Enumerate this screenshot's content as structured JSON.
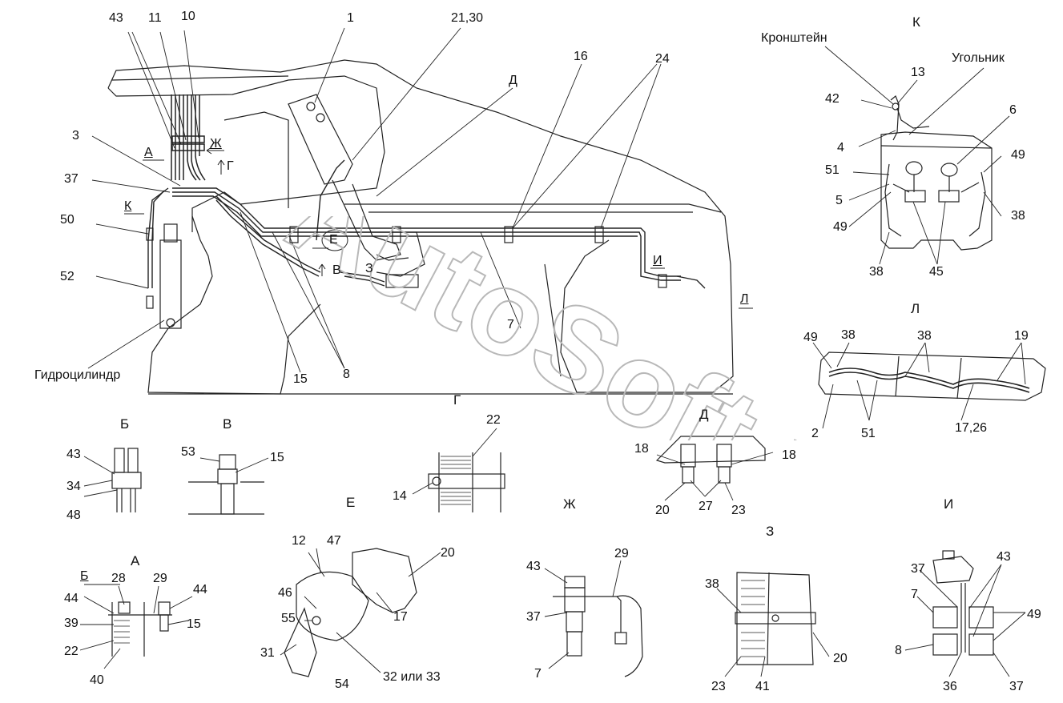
{
  "watermark": "AutoSoft.ru",
  "view_captions": {
    "K": "К",
    "L": "Л",
    "B": "Б",
    "V": "В",
    "G": "Г",
    "E": "Е",
    "Zh": "Ж",
    "D": "Д",
    "Z": "З",
    "I": "И",
    "A": "А"
  },
  "main_view": {
    "labels": {
      "n43": "43",
      "n11": "11",
      "n10": "10",
      "n1": "1",
      "n21_30": "21,30",
      "n3": "3",
      "n37": "37",
      "n50": "50",
      "n52": "52",
      "n15": "15",
      "n8": "8",
      "n7": "7",
      "n16": "16",
      "n24": "24",
      "cylinder": "Гидроцилиндр"
    },
    "section_marks": {
      "A": "А",
      "K": "К",
      "Zh": "Ж",
      "G": "Г",
      "D": "Д",
      "E": "Е",
      "V": "В",
      "Z": "З",
      "I": "И",
      "L": "Л"
    }
  },
  "view_K": {
    "bracket": "Кронштейн",
    "angle": "Угольник",
    "n13": "13",
    "n42": "42",
    "n6": "6",
    "n4": "4",
    "n51": "51",
    "n49a": "49",
    "n5": "5",
    "n38a": "38",
    "n49b": "49",
    "n38b": "38",
    "n45": "45"
  },
  "view_L": {
    "n49": "49",
    "n38a": "38",
    "n38b": "38",
    "n19": "19",
    "n2": "2",
    "n51": "51",
    "n17_26": "17,26"
  },
  "view_B": {
    "n43": "43",
    "n34": "34",
    "n48": "48"
  },
  "view_V": {
    "n53": "53",
    "n15": "15"
  },
  "view_G": {
    "n22": "22",
    "n14": "14"
  },
  "view_D": {
    "n18a": "18",
    "n18b": "18",
    "n20": "20",
    "n27": "27",
    "n23": "23"
  },
  "view_A": {
    "nB": "Б",
    "n28": "28",
    "n29": "29",
    "n44a": "44",
    "n44b": "44",
    "n39": "39",
    "n22": "22",
    "n15": "15",
    "n40": "40"
  },
  "view_E": {
    "n12": "12",
    "n47": "47",
    "n20": "20",
    "n46": "46",
    "n17": "17",
    "n55": "55",
    "n31": "31",
    "n54": "54",
    "n32_33": "32 или 33"
  },
  "view_Zh": {
    "n43": "43",
    "n29": "29",
    "n37": "37",
    "n7": "7"
  },
  "view_Z": {
    "n38": "38",
    "n20": "20",
    "n23": "23",
    "n41": "41"
  },
  "view_I": {
    "n37a": "37",
    "n43": "43",
    "n7": "7",
    "n49": "49",
    "n8": "8",
    "n36": "36",
    "n37b": "37"
  }
}
